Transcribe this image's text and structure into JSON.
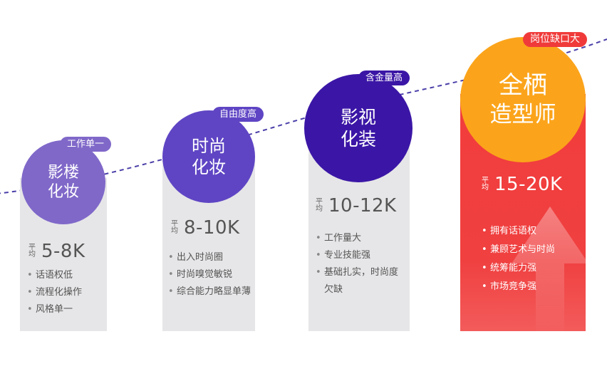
{
  "colors": {
    "trend_line": "#4a3fa8",
    "panel_gray": "#e6e6e8",
    "accent_red": "#f03a3a",
    "accent_orange": "#fba41b",
    "card1": "#8068c9",
    "card2": "#5f45c4",
    "card3": "#3b16a6"
  },
  "cards": [
    {
      "title_line1": "影楼",
      "title_line2": "化妆",
      "tag": "工作单一",
      "avg_label": "平均",
      "salary": "5-8K",
      "points": [
        "话语权低",
        "流程化操作",
        "风格单一"
      ]
    },
    {
      "title_line1": "时尚",
      "title_line2": "化妆",
      "tag": "自由度高",
      "avg_label": "平均",
      "salary": "8-10K",
      "points": [
        "出入时尚圈",
        "时尚嗅觉敏锐",
        "综合能力略显单薄"
      ]
    },
    {
      "title_line1": "影视",
      "title_line2": "化装",
      "tag": "含金量高",
      "avg_label": "平均",
      "salary": "10-12K",
      "points": [
        "工作量大",
        "专业技能强",
        "基础扎实，时尚度欠缺"
      ]
    },
    {
      "title_line1": "全栖",
      "title_line2": "造型师",
      "tag": "岗位缺口大",
      "avg_label": "平均",
      "salary": "15-20K",
      "points": [
        "拥有话语权",
        "兼顾艺术与时尚",
        "统筹能力强",
        "市场竞争强"
      ]
    }
  ]
}
